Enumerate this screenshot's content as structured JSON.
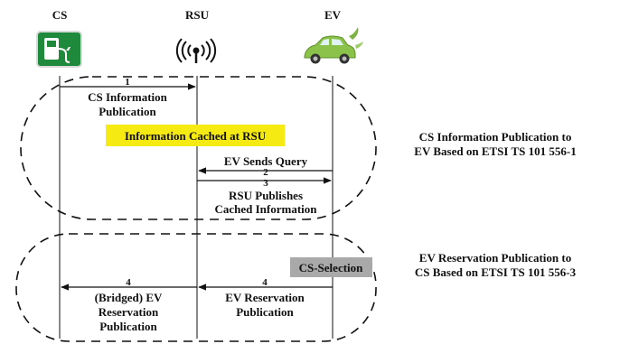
{
  "entities": {
    "cs": {
      "label": "CS",
      "icon": "charging-station-icon"
    },
    "rsu": {
      "label": "RSU",
      "icon": "antenna-icon"
    },
    "ev": {
      "label": "EV",
      "icon": "electric-car-icon"
    }
  },
  "messages": [
    {
      "number": "1",
      "from": "CS",
      "to": "RSU",
      "label_lines": [
        "CS Information",
        "Publication"
      ]
    },
    {
      "number": "2",
      "from": "EV",
      "to": "RSU",
      "label_lines": [
        "EV Sends Query"
      ]
    },
    {
      "number": "3",
      "from": "RSU",
      "to": "EV",
      "label_lines": [
        "RSU Publishes",
        "Cached Information"
      ]
    },
    {
      "number": "4",
      "from": "EV",
      "to": "RSU",
      "label_lines": [
        "EV Reservation",
        "Publication"
      ]
    },
    {
      "number": "4",
      "from": "RSU",
      "to": "CS",
      "label_lines": [
        "(Bridged) EV",
        "Reservation",
        "Publication"
      ]
    }
  ],
  "notes": {
    "cached": "Information Cached at RSU",
    "selection": "CS-Selection"
  },
  "phases": [
    {
      "lines": [
        "CS Information Publication to",
        "EV Based on ETSI TS 101 556-1"
      ]
    },
    {
      "lines": [
        "EV Reservation Publication to",
        "CS Based on ETSI TS 101 556-3"
      ]
    }
  ],
  "colors": {
    "cs_icon_bg": "#1f8a3b",
    "cached_bg": "#f5ea12",
    "selection_bg": "#a9a9a9",
    "car_body": "#8bc34a"
  }
}
